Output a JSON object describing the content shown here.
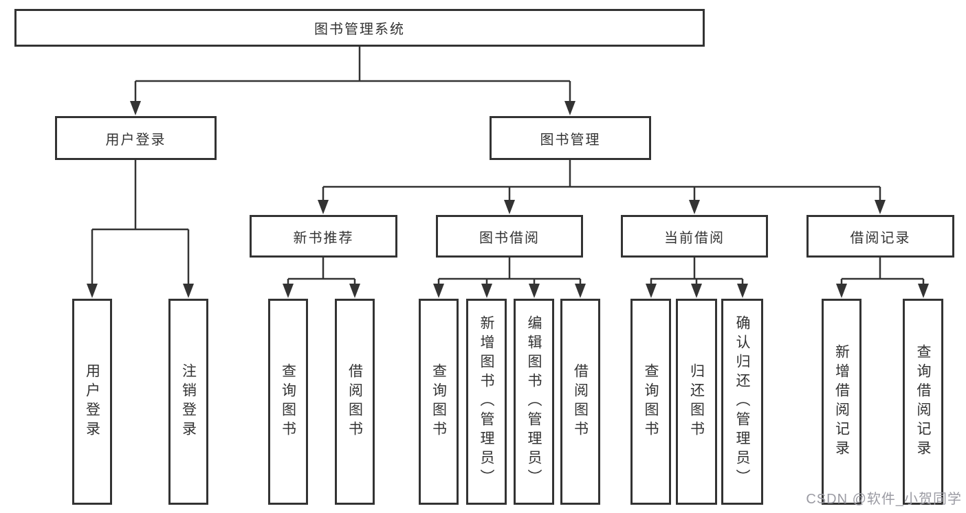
{
  "tree": {
    "label": "图书管理系统",
    "children": [
      {
        "label": "用户登录",
        "children": [
          {
            "label": "用户登录"
          },
          {
            "label": "注销登录"
          }
        ]
      },
      {
        "label": "图书管理",
        "children": [
          {
            "label": "新书推荐",
            "children": [
              {
                "label": "查询图书"
              },
              {
                "label": "借阅图书"
              }
            ]
          },
          {
            "label": "图书借阅",
            "children": [
              {
                "label": "查询图书"
              },
              {
                "label": "新增图书（管理员）"
              },
              {
                "label": "编辑图书（管理员）"
              },
              {
                "label": "借阅图书"
              }
            ]
          },
          {
            "label": "当前借阅",
            "children": [
              {
                "label": "查询图书"
              },
              {
                "label": "归还图书"
              },
              {
                "label": "确认归还（管理员）"
              }
            ]
          },
          {
            "label": "借阅记录",
            "children": [
              {
                "label": "新增借阅记录"
              },
              {
                "label": "查询借阅记录"
              }
            ]
          }
        ]
      }
    ]
  },
  "watermark": {
    "text": "CSDN @软件_小贺同学"
  },
  "colors": {
    "line": "#333333",
    "box_border": "#333333",
    "text": "#333333",
    "background": "#ffffff",
    "watermark": "#9b9ba3"
  }
}
